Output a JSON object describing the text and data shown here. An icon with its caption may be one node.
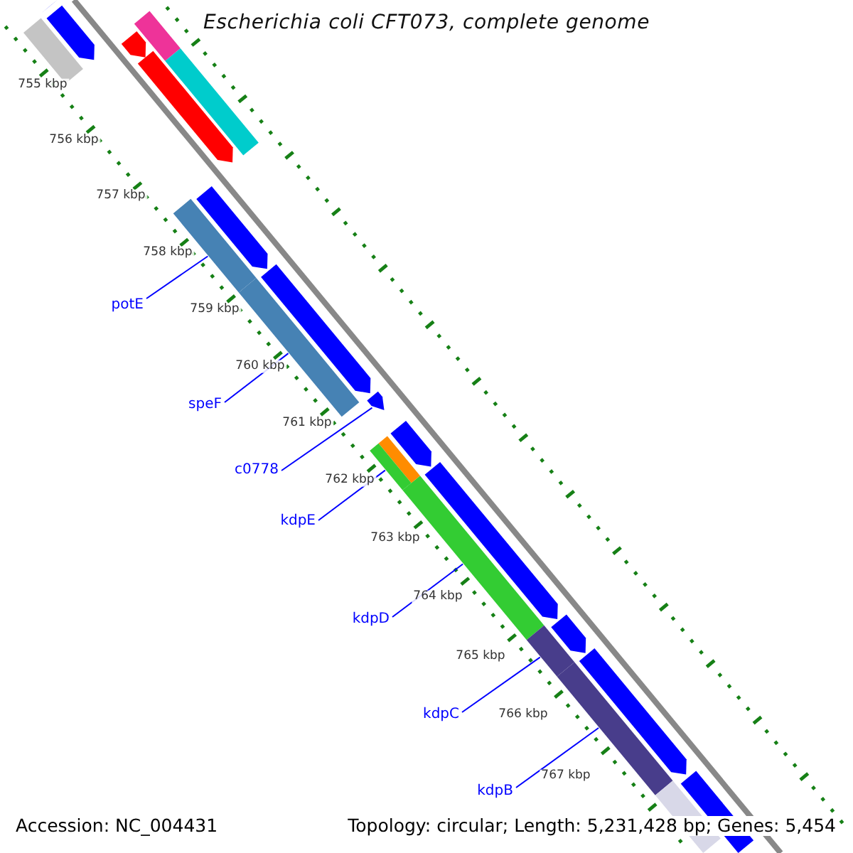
{
  "diagram": {
    "title": "Escherichia coli CFT073, complete genome",
    "nodes": [
      {
        "text": [
          "potE"
        ]
      },
      {
        "text": [
          "speF"
        ]
      },
      {
        "text": [
          "c0778"
        ]
      },
      {
        "text": [
          "kdpE"
        ]
      },
      {
        "text": [
          "kdpD"
        ]
      },
      {
        "text": [
          "kdpC"
        ]
      },
      {
        "text": [
          "kdpB"
        ]
      },
      {
        "text": [],
        "shape": "arrow"
      },
      {
        "text": [],
        "shape": "arrow"
      },
      {
        "text": [],
        "shape": "bar"
      },
      {
        "text": [],
        "shape": "bar"
      },
      {
        "text": [],
        "shape": "arrow"
      },
      {
        "text": [],
        "shape": "arrow"
      },
      {
        "text": [],
        "shape": "bar"
      },
      {
        "text": [],
        "shape": "bar"
      },
      {
        "text": [],
        "shape": "arrow"
      },
      {
        "text": [],
        "shape": "arrow"
      },
      {
        "text": [],
        "shape": "bar"
      },
      {
        "text": [],
        "shape": "arrow"
      },
      {
        "text": [],
        "shape": "bar"
      },
      {
        "text": [],
        "shape": "bar"
      },
      {
        "text": [],
        "shape": "arrow"
      },
      {
        "text": [],
        "shape": "arrow"
      },
      {
        "text": [],
        "shape": "bar"
      },
      {
        "text": [],
        "shape": "arrow"
      },
      {
        "text": [],
        "shape": "arrow"
      },
      {
        "text": [],
        "shape": "bar"
      },
      {
        "text": [],
        "shape": "bar"
      },
      {
        "text": [],
        "shape": "arrow"
      }
    ],
    "edges": [
      {
        "from": 0,
        "to": 14,
        "arrow": "none"
      },
      {
        "from": 1,
        "to": 17,
        "arrow": "none"
      },
      {
        "from": 2,
        "to": 18,
        "arrow": "none"
      },
      {
        "from": 3,
        "to": 20,
        "arrow": "none"
      },
      {
        "from": 4,
        "to": 19,
        "arrow": "none"
      },
      {
        "from": 5,
        "to": 23,
        "arrow": "none"
      },
      {
        "from": 6,
        "to": 26,
        "arrow": "none"
      }
    ],
    "labels": [
      "755 kbp",
      "756 kbp",
      "757 kbp",
      "758 kbp",
      "759 kbp",
      "760 kbp",
      "761 kbp",
      "762 kbp",
      "763 kbp",
      "764 kbp",
      "765 kbp",
      "766 kbp",
      "767 kbp",
      "Accession: NC_004431",
      "Topology: circular; Length: 5,231,428 bp; Genes: 5,454"
    ]
  }
}
